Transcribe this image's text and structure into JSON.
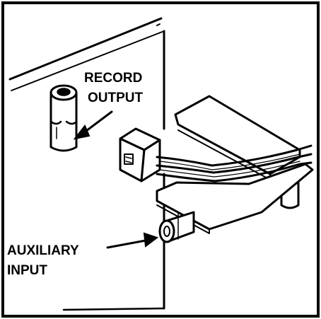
{
  "labels": {
    "record_output_line1": "RECORD",
    "record_output_line2": "OUTPUT",
    "auxiliary_input_line1": "AUXILIARY",
    "auxiliary_input_line2": "INPUT"
  },
  "colors": {
    "ink": "#000000",
    "paper": "#ffffff"
  }
}
